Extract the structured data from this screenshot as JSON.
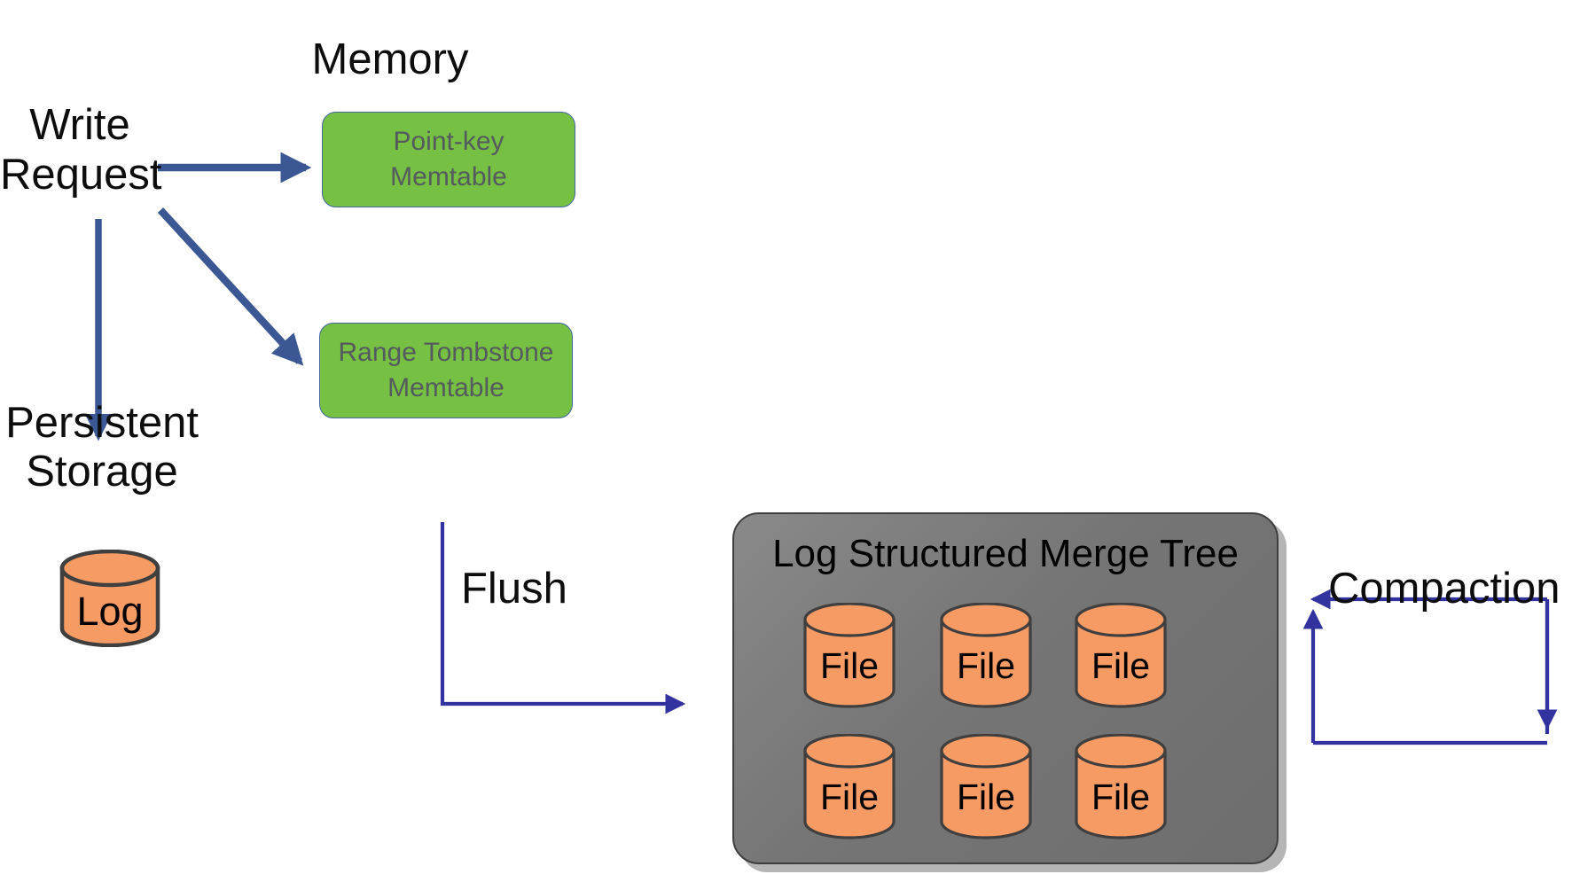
{
  "diagram": {
    "title_hidden": "LSM Tree write path",
    "background_color": "#FFFFFF",
    "palette": {
      "memtable_green": "#76C043",
      "memtable_border": "#41679E",
      "cylinder_orange": "#F79B65",
      "cylinder_border": "#3F3F3F",
      "lsm_gray": "#757575",
      "write_arrow_blue": "#3C5894",
      "flow_arrow_blue": "#3333A0",
      "text_black": "#000000",
      "memtable_text_gray": "#555A5E"
    }
  },
  "labels": {
    "memory": "Memory",
    "write_request_line1": "Write",
    "write_request_line2": "Request",
    "persistent_line1": "Persistent",
    "persistent_line2": "Storage",
    "flush": "Flush",
    "compaction": "Compaction"
  },
  "memtables": [
    {
      "name": "point-key-memtable",
      "text": "Point-key\nMemtable"
    },
    {
      "name": "range-tombstone-memtable",
      "text": "Range Tombstone\nMemtable"
    }
  ],
  "storage": {
    "log_cylinder_label": "Log"
  },
  "lsm": {
    "title": "Log Structured Merge Tree",
    "files": [
      {
        "label": "File"
      },
      {
        "label": "File"
      },
      {
        "label": "File"
      },
      {
        "label": "File"
      },
      {
        "label": "File"
      },
      {
        "label": "File"
      }
    ]
  },
  "arrows": [
    {
      "name": "write-to-point-key-memtable",
      "kind": "straight",
      "label": ""
    },
    {
      "name": "write-to-range-tombstone-memtable",
      "kind": "diagonal",
      "label": ""
    },
    {
      "name": "write-to-log",
      "kind": "vertical",
      "label": ""
    },
    {
      "name": "flush-arrow",
      "kind": "elbow",
      "label": "Flush"
    },
    {
      "name": "compaction-arrow",
      "kind": "loop",
      "label": "Compaction"
    }
  ]
}
